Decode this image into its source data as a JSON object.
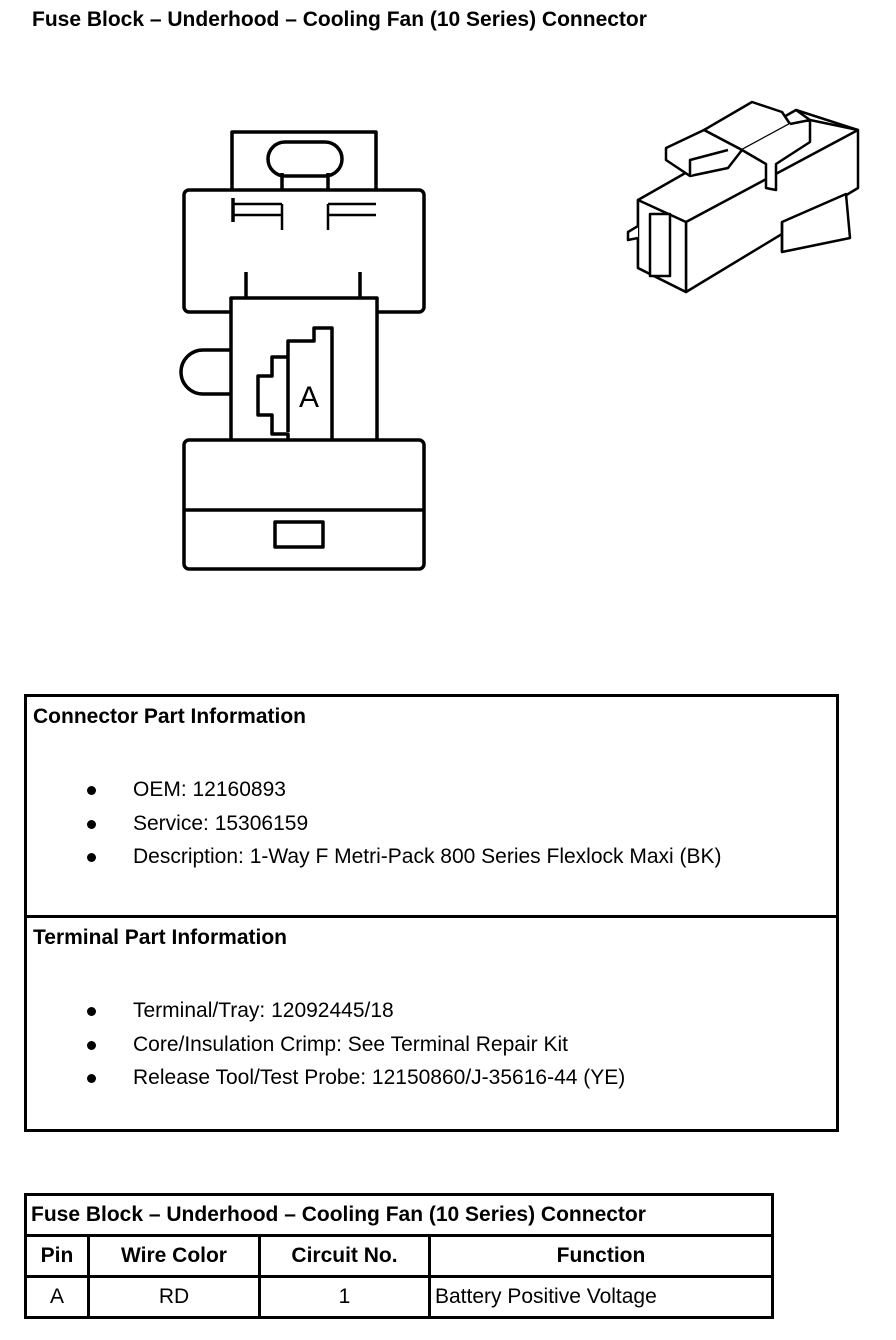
{
  "page": {
    "title": "Fuse Block – Underhood – Cooling Fan (10 Series) Connector"
  },
  "drawing": {
    "terminal_label": "A"
  },
  "connector_part_info": {
    "heading": "Connector Part Information",
    "items": [
      "OEM: 12160893",
      "Service: 15306159",
      "Description: 1-Way F Metri-Pack 800 Series Flexlock Maxi (BK)"
    ]
  },
  "terminal_part_info": {
    "heading": "Terminal Part Information",
    "items": [
      "Terminal/Tray: 12092445/18",
      "Core/Insulation Crimp: See Terminal Repair Kit",
      "Release Tool/Test Probe: 12150860/J-35616-44 (YE)"
    ]
  },
  "pin_table": {
    "title": "Fuse Block – Underhood – Cooling Fan (10 Series) Connector",
    "headers": [
      "Pin",
      "Wire Color",
      "Circuit No.",
      "Function"
    ],
    "rows": [
      [
        "A",
        "RD",
        "1",
        "Battery Positive Voltage"
      ]
    ]
  }
}
